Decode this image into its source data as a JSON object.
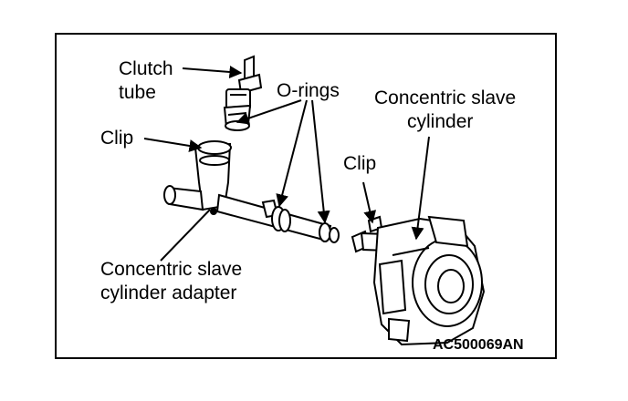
{
  "labels": {
    "clutch_tube_line1": "Clutch",
    "clutch_tube_line2": "tube",
    "o_rings": "O-rings",
    "slave_cyl_line1": "Concentric slave",
    "slave_cyl_line2": "cylinder",
    "clip_left": "Clip",
    "clip_right": "Clip",
    "adapter_line1": "Concentric slave",
    "adapter_line2": "cylinder adapter"
  },
  "figure_code": "AC500069AN"
}
